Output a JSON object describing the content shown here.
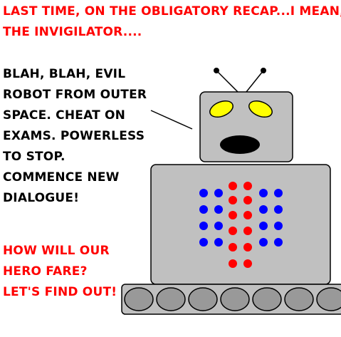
{
  "recap": {
    "line1": "LAST TIME, ON THE OBLIGATORY RECAP...I MEAN,",
    "line2": "THE INVIGILATOR...."
  },
  "speech": {
    "lines": [
      "BLAH, BLAH, EVIL",
      "ROBOT FROM OUTER",
      "SPACE.  CHEAT ON",
      "EXAMS. POWERLESS",
      "TO STOP.",
      "COMMENCE NEW",
      "DIALOGUE!"
    ]
  },
  "question": {
    "lines": [
      "HOW WILL OUR",
      "HERO FARE?",
      "LET'S FIND OUT!"
    ]
  },
  "colors": {
    "text_red": "#ff0000",
    "robot_gray": "#c0c0c0",
    "eye_yellow": "#ffff00",
    "dot_red": "#ff0000",
    "dot_blue": "#0000ff",
    "tread_gray": "#999999"
  }
}
